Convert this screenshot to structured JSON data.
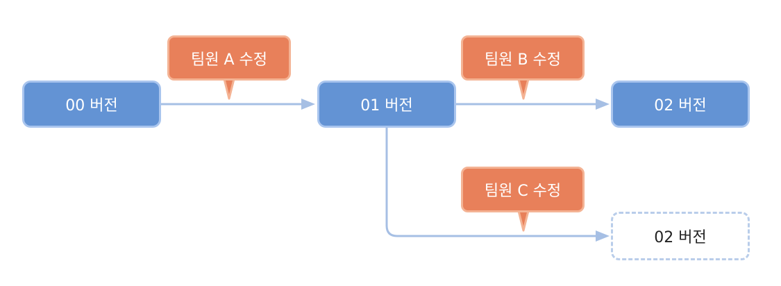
{
  "nodes": {
    "v00": "00 버전",
    "v01": "01 버전",
    "v02": "02 버전",
    "v02_alt": "02 버전"
  },
  "edits": {
    "team_a": "팀원 A 수정",
    "team_b": "팀원 B 수정",
    "team_c": "팀원 C 수정"
  },
  "colors": {
    "node_fill": "#6393d4",
    "node_border": "#a9c5ee",
    "callout_fill": "#e8805a",
    "callout_border": "#f4b394",
    "connector": "#a6bfe4",
    "pending_border": "#b9cdea"
  }
}
